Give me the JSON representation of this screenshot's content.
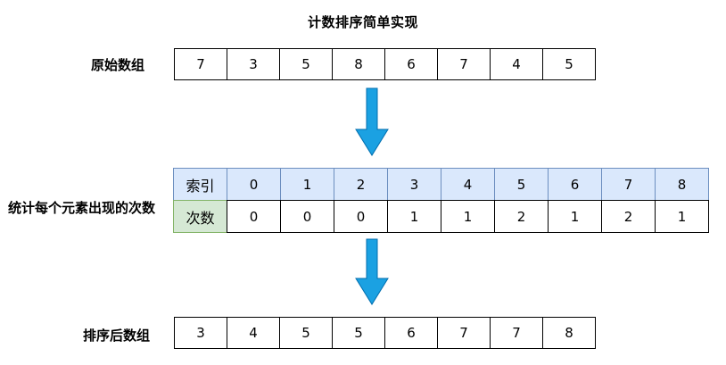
{
  "title": "计数排序简单实现",
  "original": {
    "label": "原始数组",
    "values": [
      "7",
      "3",
      "5",
      "8",
      "6",
      "7",
      "4",
      "5"
    ]
  },
  "count_table": {
    "label": "统计每个元素出现的次数",
    "index_header": "索引",
    "count_header": "次数",
    "indices": [
      "0",
      "1",
      "2",
      "3",
      "4",
      "5",
      "6",
      "7",
      "8"
    ],
    "counts": [
      "0",
      "0",
      "0",
      "1",
      "1",
      "2",
      "1",
      "2",
      "1"
    ]
  },
  "sorted": {
    "label": "排序后数组",
    "values": [
      "3",
      "4",
      "5",
      "5",
      "6",
      "7",
      "7",
      "8"
    ]
  },
  "colors": {
    "index_fill": "#dae8fc",
    "index_border": "#6c8ebf",
    "count_header_fill": "#d5e8d4",
    "count_header_border": "#82b366",
    "arrow_fill": "#1ba1e2",
    "arrow_stroke": "#006eaf"
  }
}
